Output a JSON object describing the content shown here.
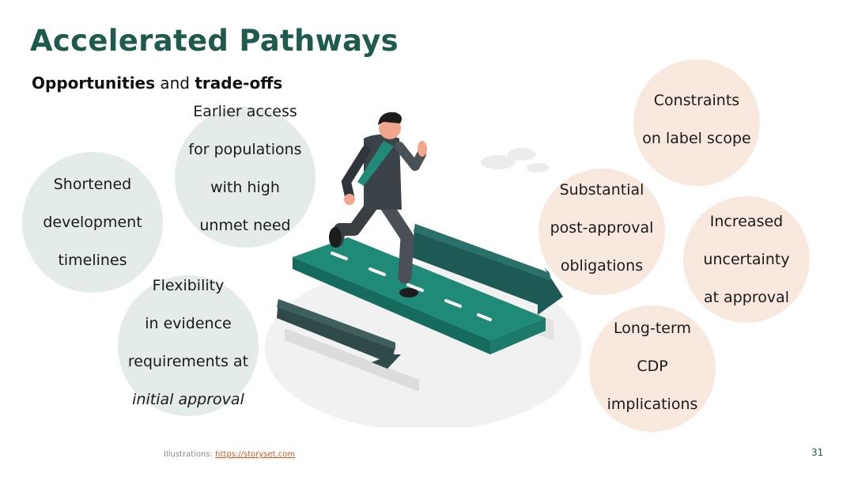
{
  "slide": {
    "title": "Accelerated Pathways",
    "subtitle": {
      "part1": "Opportunities",
      "connector": " and ",
      "part2": "trade-offs"
    },
    "opportunities": [
      {
        "line1": "Shortened",
        "line2": "development",
        "line3": "timelines"
      },
      {
        "line1": "Earlier access",
        "line2": "for populations",
        "line3": "with high",
        "line4": "unmet need"
      },
      {
        "line1": "Flexibility",
        "line2": "in evidence",
        "line3": "requirements at",
        "line4": "initial approval"
      }
    ],
    "tradeoffs": [
      {
        "line1": "Constraints",
        "line2": "on label scope"
      },
      {
        "line1": "Substantial",
        "line2": "post-approval",
        "line3": "obligations"
      },
      {
        "line1": "Increased",
        "line2": "uncertainty",
        "line3": "at approval"
      },
      {
        "line1": "Long-term",
        "line2": "CDP",
        "line3": "implications"
      }
    ],
    "footer": {
      "label": "Illustrations: ",
      "link": "https://storyset.com"
    },
    "page_number": "31",
    "colors": {
      "title": "#1e5a4e",
      "opportunity_bubble": "#e4ecea",
      "tradeoff_bubble": "#f8e8de",
      "road": "#1f8a78",
      "link": "#d9541e"
    }
  }
}
